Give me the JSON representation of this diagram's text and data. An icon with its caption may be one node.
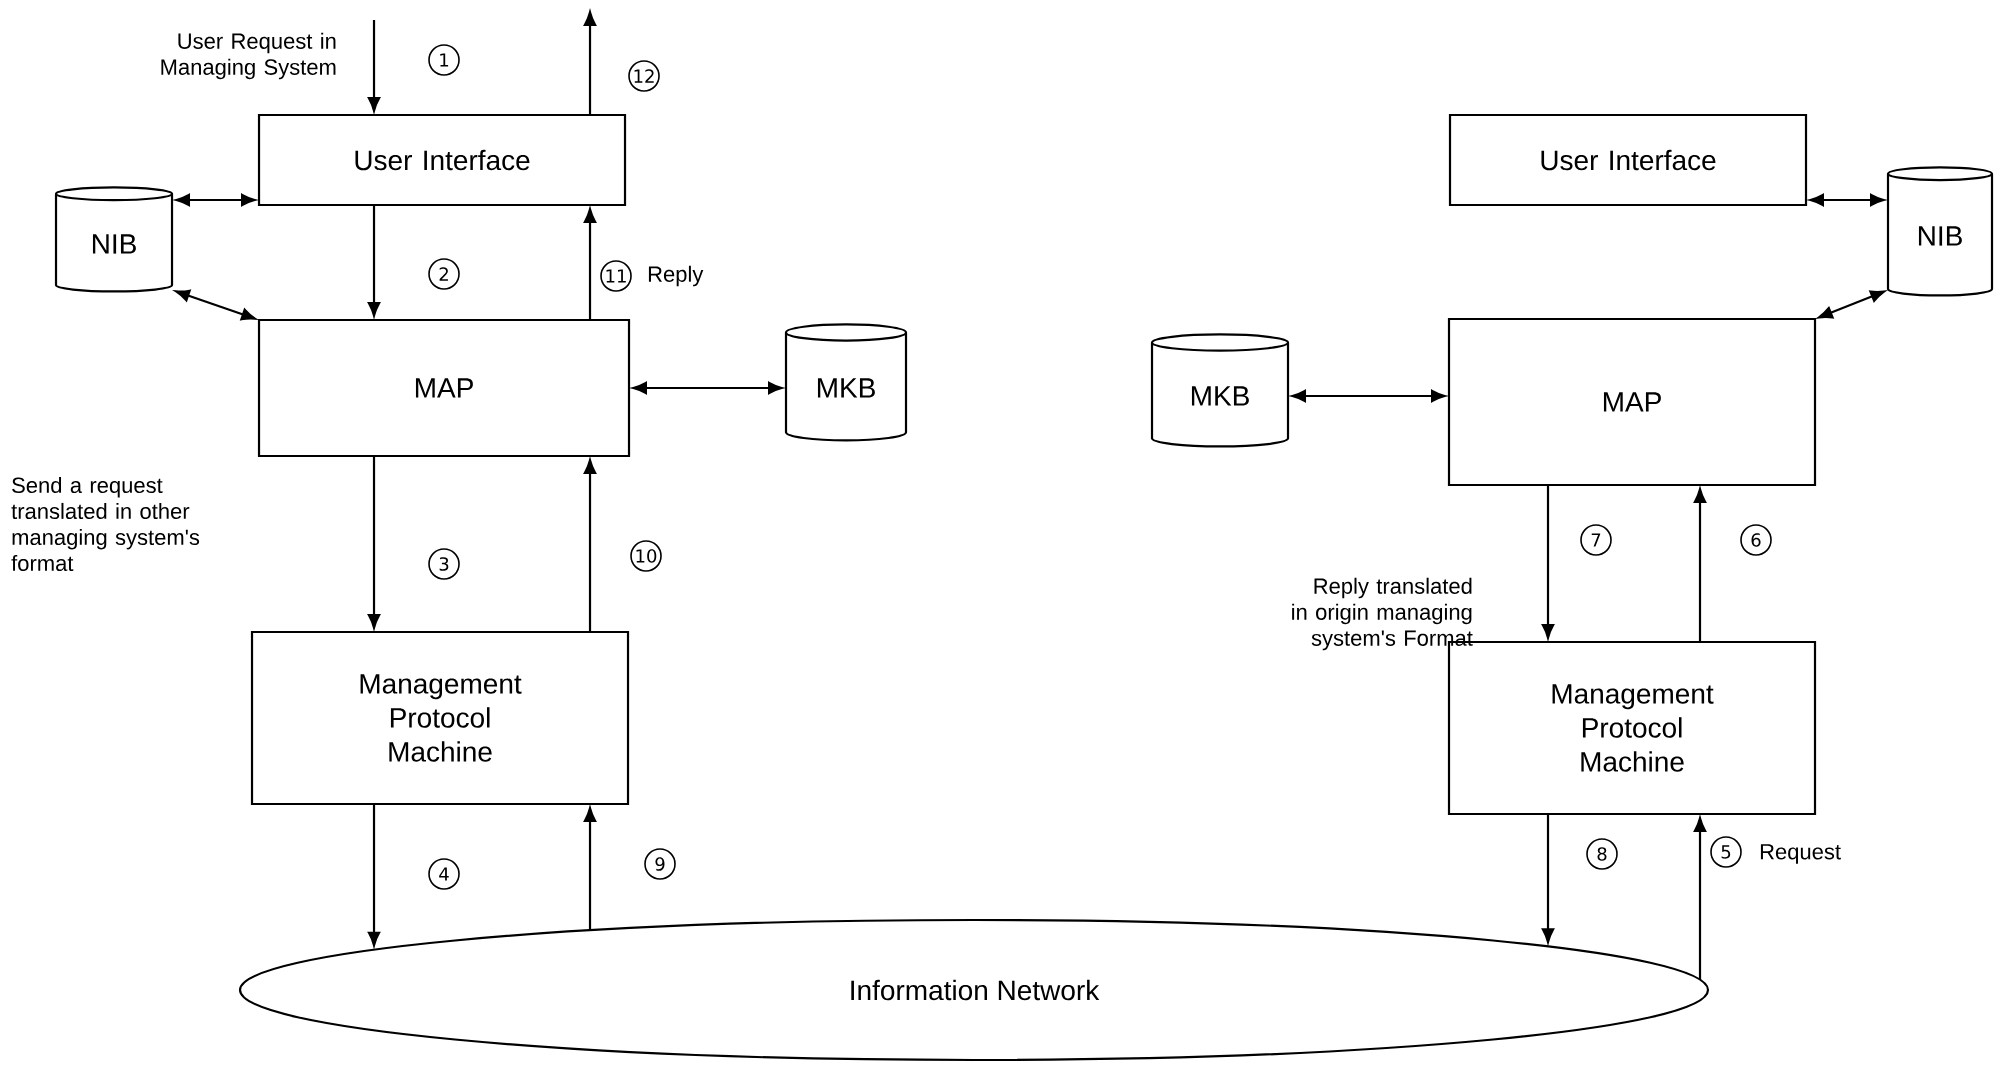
{
  "diagram": {
    "nodes": [
      {
        "text": [
          "User Interface"
        ]
      },
      {
        "text": [
          "NIB"
        ]
      },
      {
        "text": [
          "MAP"
        ]
      },
      {
        "text": [
          "MKB"
        ]
      },
      {
        "text": [
          "Management Protocol Machine"
        ]
      },
      {
        "text": [
          "Information Network"
        ]
      },
      {
        "text": [
          "User Interface"
        ]
      },
      {
        "text": [
          "NIB"
        ]
      },
      {
        "text": [
          "MKB"
        ]
      },
      {
        "text": [
          "MAP"
        ]
      },
      {
        "text": [
          "Management Protocol Machine"
        ]
      }
    ],
    "edges": [
      {
        "from": null,
        "to": 0,
        "arrow": "to",
        "label": "1"
      },
      {
        "from": 0,
        "to": null,
        "arrow": "to",
        "label": "12"
      },
      {
        "from": 1,
        "to": 0,
        "arrow": "both"
      },
      {
        "from": 1,
        "to": 2,
        "arrow": "both"
      },
      {
        "from": 0,
        "to": 2,
        "arrow": "to",
        "label": "2"
      },
      {
        "from": 2,
        "to": 0,
        "arrow": "to",
        "label": "11"
      },
      {
        "from": 2,
        "to": 3,
        "arrow": "both"
      },
      {
        "from": 2,
        "to": 4,
        "arrow": "to",
        "label": "3"
      },
      {
        "from": 4,
        "to": 2,
        "arrow": "to",
        "label": "10"
      },
      {
        "from": 4,
        "to": 5,
        "arrow": "to",
        "label": "4"
      },
      {
        "from": 5,
        "to": 4,
        "arrow": "to",
        "label": "9"
      },
      {
        "from": 6,
        "to": 7,
        "arrow": "both"
      },
      {
        "from": 7,
        "to": 9,
        "arrow": "both"
      },
      {
        "from": 8,
        "to": 9,
        "arrow": "both"
      },
      {
        "from": 9,
        "to": 10,
        "arrow": "to",
        "label": "7"
      },
      {
        "from": 10,
        "to": 9,
        "arrow": "to",
        "label": "6"
      },
      {
        "from": 10,
        "to": 5,
        "arrow": "to",
        "label": "8"
      },
      {
        "from": 5,
        "to": 10,
        "arrow": "to",
        "label": "5"
      }
    ],
    "labels": [
      "User Request in Managing System",
      "Reply",
      "Send a request translated in other managing system's format",
      "Reply translated in origin managing system's Format",
      "Request"
    ]
  }
}
